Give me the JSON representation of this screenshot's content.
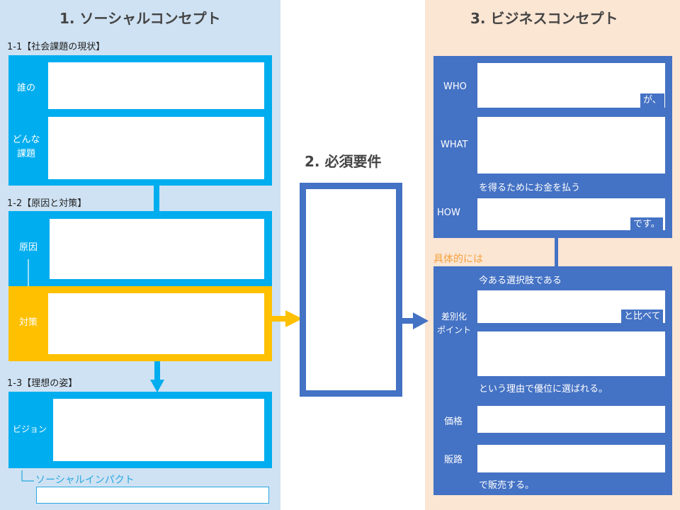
{
  "section1": {
    "title": "1. ソーシャルコンセプト",
    "sub1": "1-1【社会課題の現状】",
    "who_label": "誰の",
    "issue_label_line1": "どんな",
    "issue_label_line2": "課題",
    "sub2": "1-2【原因と対策】",
    "cause_label": "原因",
    "measure_label": "対策",
    "sub3": "1-3【理想の姿】",
    "vision_label": "ビジョン",
    "impact_label": "ソーシャルインパクト"
  },
  "section2": {
    "title": "2. 必須要件"
  },
  "section3": {
    "title": "3. ビジネスコンセプト",
    "who_label": "WHO",
    "who_suffix": "が、",
    "what_label": "WHAT",
    "what_suffix": "を得るためにお金を払う",
    "how_label": "HOW",
    "how_suffix": "です。",
    "specifically": "具体的には",
    "existing_choice": "今ある選択肢である",
    "diff_label_line1": "差別化",
    "diff_label_line2": "ポイント",
    "compare_suffix": "と比べて",
    "reason_suffix": "という理由で優位に選ばれる。",
    "price_label": "価格",
    "channel_label": "販路",
    "channel_suffix": "で販売する。"
  },
  "colors": {
    "left_bg": "#cfe2f3",
    "right_bg": "#fbe5d3",
    "cyan": "#00adef",
    "yellow": "#ffc000",
    "navy": "#4472c4",
    "orange_text": "#f4a13c"
  }
}
